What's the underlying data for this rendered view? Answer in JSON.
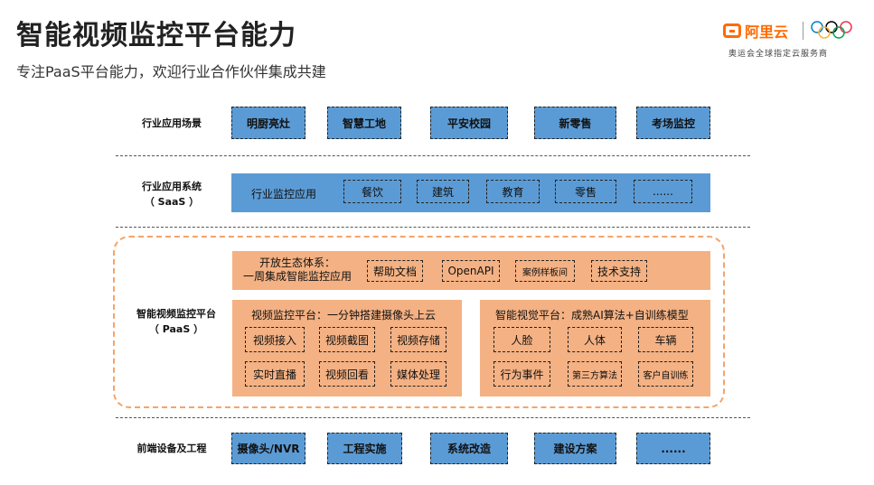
{
  "header": {
    "title": "智能视频监控平台能力",
    "subtitle": "专注PaaS平台能力，欢迎行业合作伙伴集成共建"
  },
  "logo": {
    "brand": "阿里云",
    "tagline": "奥运会全球指定云服务商",
    "ring_colors": [
      "#0081c8",
      "#000000",
      "#ee334e",
      "#fcb131",
      "#00a651"
    ]
  },
  "colors": {
    "blue": "#5b9bd5",
    "orange": "#f4b183",
    "orange_frame": "#f4a46a"
  },
  "rows": {
    "scenes": {
      "label": "行业应用场景",
      "items": [
        "明厨亮灶",
        "智慧工地",
        "平安校园",
        "新零售",
        "考场监控"
      ]
    },
    "saas": {
      "label_line1": "行业应用系统",
      "label_line2": "（ SaaS ）",
      "band_label": "行业监控应用",
      "items": [
        "餐饮",
        "建筑",
        "教育",
        "零售",
        "......"
      ]
    },
    "paas": {
      "label_line1": "智能视频监控平台",
      "label_line2": "（ PaaS ）",
      "ecosystem": {
        "label_line1": "开放生态体系：",
        "label_line2": "一周集成智能监控应用",
        "items": [
          "帮助文档",
          "OpenAPI",
          "案例样板间",
          "技术支持"
        ]
      },
      "video_platform": {
        "title": "视频监控平台：一分钟搭建摄像头上云",
        "items": [
          "视频接入",
          "视频截图",
          "视频存储",
          "实时直播",
          "视频回看",
          "媒体处理"
        ]
      },
      "vision_platform": {
        "title": "智能视觉平台：成熟AI算法+自训练模型",
        "items": [
          "人脸",
          "人体",
          "车辆",
          "行为事件",
          "第三方算法",
          "客户自训练"
        ]
      }
    },
    "frontend": {
      "label": "前端设备及工程",
      "items": [
        "摄像头/NVR",
        "工程实施",
        "系统改造",
        "建设方案",
        "......"
      ]
    }
  }
}
